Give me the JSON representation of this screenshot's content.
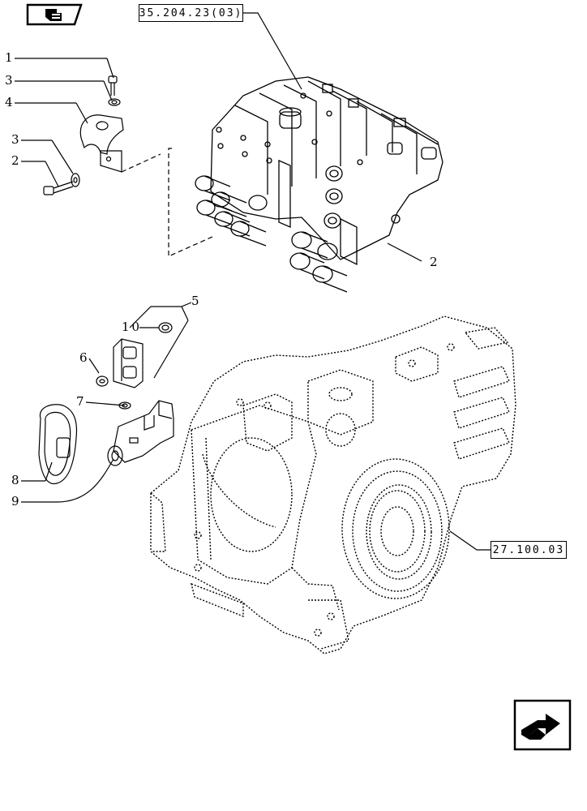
{
  "references": {
    "top_ref": "35.204.23(03)",
    "bottom_ref": "27.100.03"
  },
  "callouts": [
    "1",
    "2",
    "3",
    "4",
    "3",
    "2",
    "5",
    "10",
    "6",
    "7",
    "8",
    "9"
  ],
  "icons": {
    "top_nav": "book-page-icon",
    "bottom_nav": "next-page-arrow-icon"
  }
}
